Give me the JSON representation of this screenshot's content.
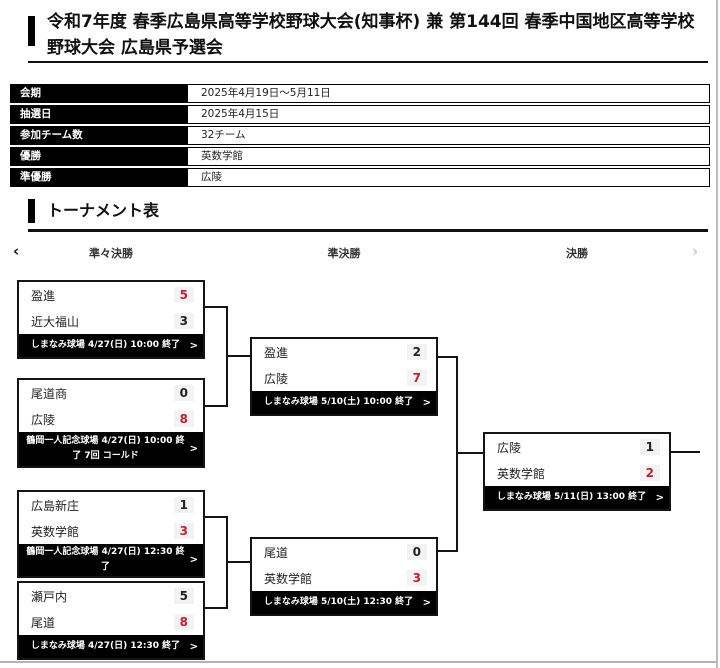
{
  "title": "令和7年度 春季広島県高等学校野球大会(知事杯) 兼 第144回 春季中国地区高等学校野球大会 広島県予選会",
  "info_table": {
    "rows": [
      {
        "label": "会期",
        "value": "2025年4月19日～5月11日"
      },
      {
        "label": "抽選日",
        "value": "2025年4月15日"
      },
      {
        "label": "参加チーム数",
        "value": "32チーム"
      },
      {
        "label": "優勝",
        "value": "英数学館"
      },
      {
        "label": "準優勝",
        "value": "広陵"
      }
    ]
  },
  "tournament": {
    "section_title": "トーナメント表",
    "nav_prev": "‹",
    "nav_next": "›",
    "rounds": [
      "準々決勝",
      "準決勝",
      "決勝"
    ],
    "footer_arrow": ">",
    "matches": [
      {
        "round": "準々決勝",
        "team1": "盈進",
        "score1": "5",
        "team2": "近大福山",
        "score2": "3",
        "winner": 1,
        "venue": "しまなみ球場 4/27(日) 10:00 終了"
      },
      {
        "round": "準々決勝",
        "team1": "尾道商",
        "score1": "0",
        "team2": "広陵",
        "score2": "8",
        "winner": 2,
        "venue": "鶴岡一人記念球場 4/27(日) 10:00 終了 7回 コールド"
      },
      {
        "round": "準々決勝",
        "team1": "広島新庄",
        "score1": "1",
        "team2": "英数学館",
        "score2": "3",
        "winner": 2,
        "venue": "鶴岡一人記念球場 4/27(日) 12:30 終了"
      },
      {
        "round": "準々決勝",
        "team1": "瀬戸内",
        "score1": "5",
        "team2": "尾道",
        "score2": "8",
        "winner": 2,
        "venue": "しまなみ球場 4/27(日) 12:30 終了"
      },
      {
        "round": "準決勝",
        "team1": "盈進",
        "score1": "2",
        "team2": "広陵",
        "score2": "7",
        "winner": 2,
        "venue": "しまなみ球場 5/10(土) 10:00 終了"
      },
      {
        "round": "準決勝",
        "team1": "尾道",
        "score1": "0",
        "team2": "英数学館",
        "score2": "3",
        "winner": 2,
        "venue": "しまなみ球場 5/10(土) 12:30 終了"
      },
      {
        "round": "決勝",
        "team1": "広陵",
        "score1": "1",
        "team2": "英数学館",
        "score2": "2",
        "winner": 2,
        "venue": "しまなみ球場 5/11(日) 13:00 終了"
      }
    ]
  },
  "colors": {
    "winner_score": "#c51f30",
    "accent_black": "#111111"
  }
}
